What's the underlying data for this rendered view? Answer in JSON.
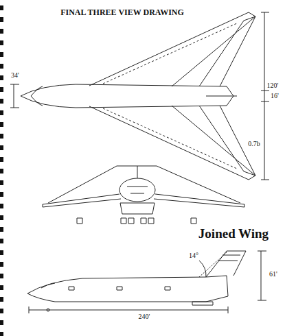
{
  "diagram": {
    "title": "FINAL THREE VIEW DRAWING",
    "labels": [
      "34'",
      "120'",
      "16'",
      "0.7b",
      "Joined Wing",
      "14°",
      "61'",
      "240'"
    ]
  }
}
